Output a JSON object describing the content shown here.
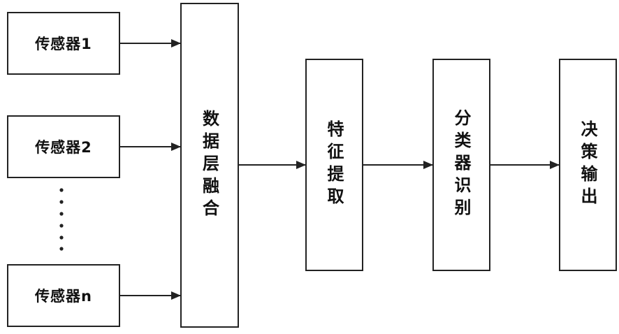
{
  "diagram": {
    "sensors": [
      {
        "label": "传感器1"
      },
      {
        "label": "传感器2"
      },
      {
        "label": "传感器n"
      }
    ],
    "stages": [
      {
        "label": "数据层融合"
      },
      {
        "label": "特征提取"
      },
      {
        "label": "分类器识别"
      },
      {
        "label": "决策输出"
      }
    ],
    "line_color": "#222222"
  }
}
